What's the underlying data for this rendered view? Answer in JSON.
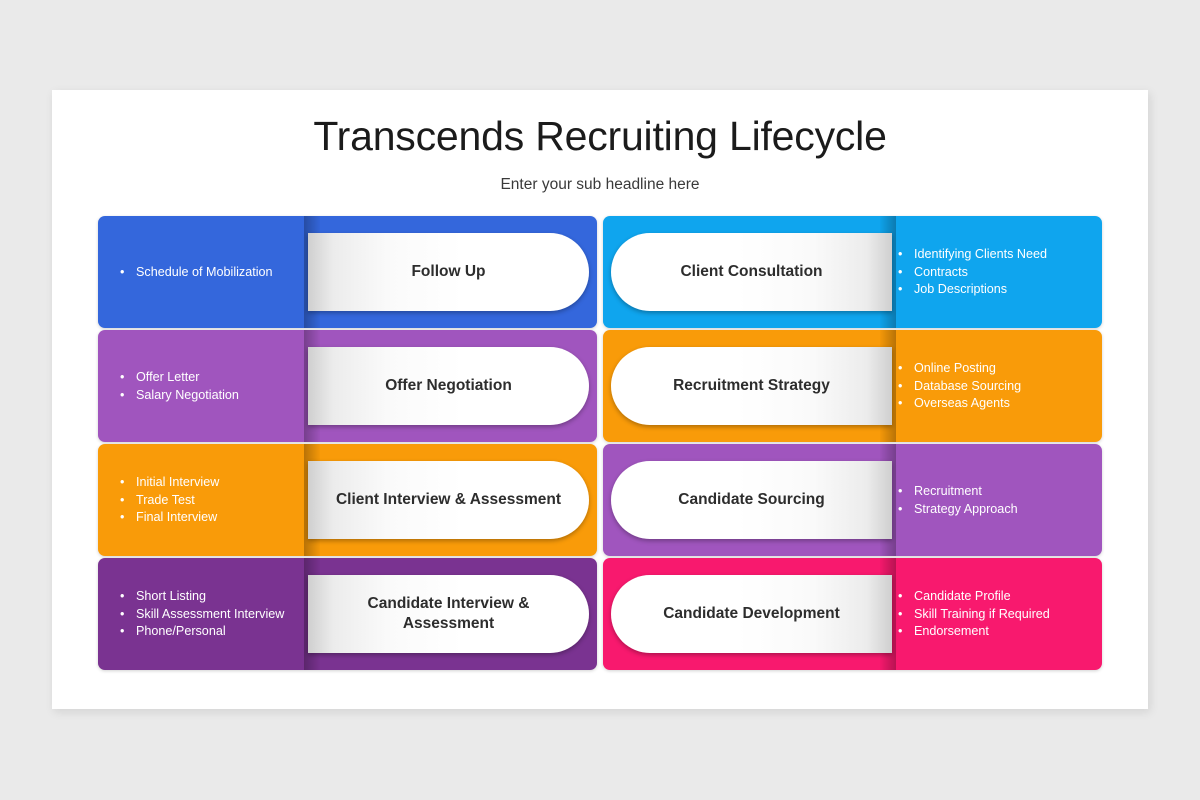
{
  "page": {
    "background_color": "#eaeaea",
    "slide_background_color": "#ffffff"
  },
  "header": {
    "title": "Transcends Recruiting Lifecycle",
    "subtitle": "Enter your sub headline here"
  },
  "legend": {
    "bullet_glyph": "•"
  },
  "cards": [
    {
      "id": "follow-up",
      "ribbon_side": "left",
      "color": "#3467dc",
      "label": "Follow Up",
      "bullets": [
        "Schedule of Mobilization"
      ]
    },
    {
      "id": "client-consultation",
      "ribbon_side": "right",
      "color": "#0fa5ee",
      "label": "Client Consultation",
      "bullets": [
        "Identifying Clients Need",
        "Contracts",
        "Job Descriptions"
      ]
    },
    {
      "id": "offer-negotiation",
      "ribbon_side": "left",
      "color": "#a055be",
      "label": "Offer Negotiation",
      "bullets": [
        "Offer Letter",
        "Salary Negotiation"
      ]
    },
    {
      "id": "recruitment-strategy",
      "ribbon_side": "right",
      "color": "#f99b09",
      "label": "Recruitment Strategy",
      "bullets": [
        "Online Posting",
        "Database Sourcing",
        "Overseas Agents"
      ]
    },
    {
      "id": "client-interview-assessment",
      "ribbon_side": "left",
      "color": "#f99b09",
      "label": "Client Interview & Assessment",
      "bullets": [
        "Initial Interview",
        "Trade Test",
        "Final Interview"
      ]
    },
    {
      "id": "candidate-sourcing",
      "ribbon_side": "right",
      "color": "#a055be",
      "label": "Candidate Sourcing",
      "bullets": [
        "Recruitment",
        "Strategy Approach"
      ]
    },
    {
      "id": "candidate-interview-assessment",
      "ribbon_side": "left",
      "color": "#7a3391",
      "label": "Candidate Interview & Assessment",
      "bullets": [
        "Short Listing",
        "Skill Assessment Interview",
        "Phone/Personal"
      ]
    },
    {
      "id": "candidate-development",
      "ribbon_side": "right",
      "color": "#f8196e",
      "label": "Candidate Development",
      "bullets": [
        "Candidate Profile",
        "Skill Training if Required",
        "Endorsement"
      ]
    }
  ]
}
